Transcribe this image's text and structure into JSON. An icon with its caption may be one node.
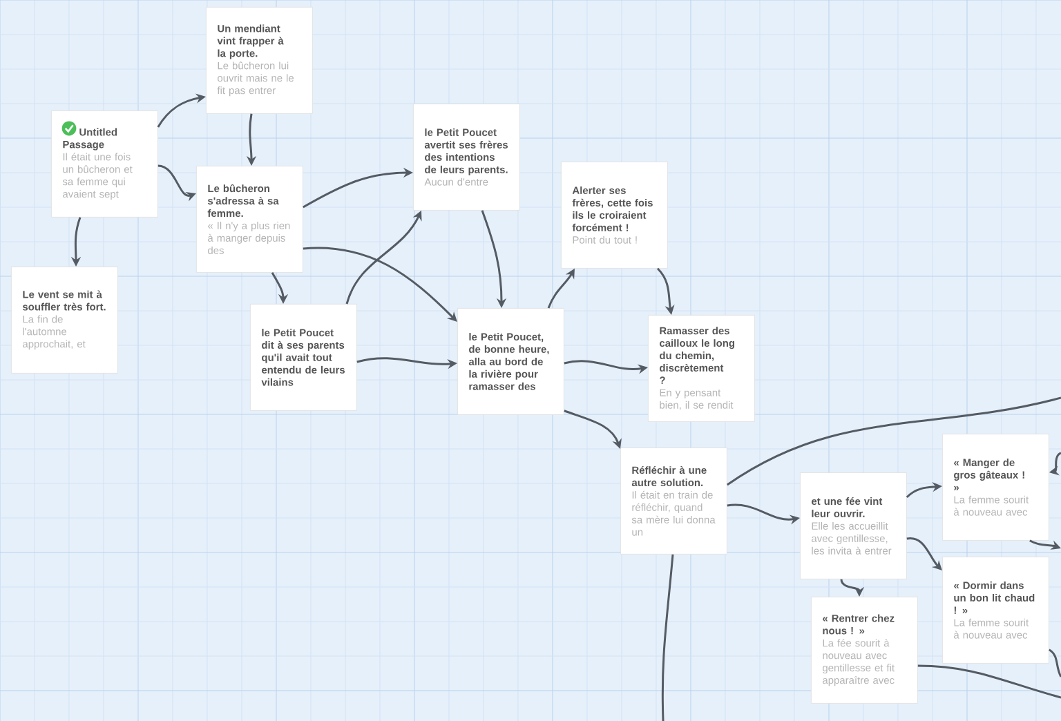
{
  "diagram": {
    "nodes": [
      {
        "text": [
          "Untitled Passage",
          "Il était une fois un bûcheron et sa femme qui avaient sept"
        ]
      },
      {
        "text": [
          "Un mendiant vint frapper à la porte.",
          "Le bûcheron lui ouvrit mais ne le fit pas entrer"
        ]
      },
      {
        "text": [
          "Le bûcheron s'adressa à sa femme.",
          "« Il n'y a plus rien à manger depuis des"
        ]
      },
      {
        "text": [
          "Le vent se mit à souffler très fort.",
          "La fin de l'automne approchait, et"
        ]
      },
      {
        "text": [
          "le Petit Poucet avertit ses frères des intentions de leurs parents.",
          "Aucun d'entre"
        ]
      },
      {
        "text": [
          "Alerter ses frères, cette fois ils le croiraient forcément !",
          "Point du tout !"
        ]
      },
      {
        "text": [
          "le Petit Poucet dit à ses parents qu'il avait tout entendu de leurs vilains"
        ]
      },
      {
        "text": [
          "le Petit Poucet, de bonne heure, alla au bord de la rivière pour ramasser des"
        ]
      },
      {
        "text": [
          "Ramasser des cailloux le long du chemin, discrètement ?",
          "En y pensant bien, il se rendit"
        ]
      },
      {
        "text": [
          "Réfléchir à une autre solution.",
          "Il était en train de réfléchir, quand sa mère lui donna un"
        ]
      },
      {
        "text": [
          "et une fée vint leur ouvrir.",
          "Elle les accueillit avec gentillesse, les invita à entrer"
        ]
      },
      {
        "text": [
          "« Manger de gros gâteaux ! »",
          "La femme sourit à nouveau avec"
        ]
      },
      {
        "text": [
          "« Dormir dans un bon lit chaud ! »",
          "La femme sourit à nouveau avec"
        ]
      },
      {
        "text": [
          "« Rentrer chez nous ! »",
          "La fée sourit à nouveau avec gentillesse et fit apparaître avec"
        ]
      }
    ],
    "edges": [
      {
        "from": 0,
        "to": 1,
        "arrow": "to"
      },
      {
        "from": 0,
        "to": 2,
        "arrow": "to"
      },
      {
        "from": 0,
        "to": 3,
        "arrow": "to"
      },
      {
        "from": 1,
        "to": 2,
        "arrow": "to"
      },
      {
        "from": 2,
        "to": 4,
        "arrow": "to"
      },
      {
        "from": 2,
        "to": 6,
        "arrow": "to"
      },
      {
        "from": 2,
        "to": 7,
        "arrow": "to"
      },
      {
        "from": 6,
        "to": 4,
        "arrow": "to"
      },
      {
        "from": 6,
        "to": 7,
        "arrow": "to"
      },
      {
        "from": 4,
        "to": 7,
        "arrow": "to"
      },
      {
        "from": 7,
        "to": 5,
        "arrow": "to"
      },
      {
        "from": 5,
        "to": 8,
        "arrow": "to"
      },
      {
        "from": 7,
        "to": 8,
        "arrow": "to"
      },
      {
        "from": 7,
        "to": 9,
        "arrow": "to"
      },
      {
        "from": 9,
        "to": 10,
        "arrow": "to"
      },
      {
        "from": 10,
        "to": 11,
        "arrow": "to"
      },
      {
        "from": 10,
        "to": 12,
        "arrow": "to"
      },
      {
        "from": 10,
        "to": 13,
        "arrow": "to"
      },
      {
        "from": 9,
        "to": null,
        "arrow": "none"
      },
      {
        "from": 9,
        "to": null,
        "arrow": "none"
      },
      {
        "from": null,
        "to": 11,
        "arrow": "to"
      },
      {
        "from": 11,
        "to": null,
        "arrow": "to"
      },
      {
        "from": 12,
        "to": null,
        "arrow": "none"
      },
      {
        "from": 13,
        "to": null,
        "arrow": "none"
      }
    ]
  }
}
